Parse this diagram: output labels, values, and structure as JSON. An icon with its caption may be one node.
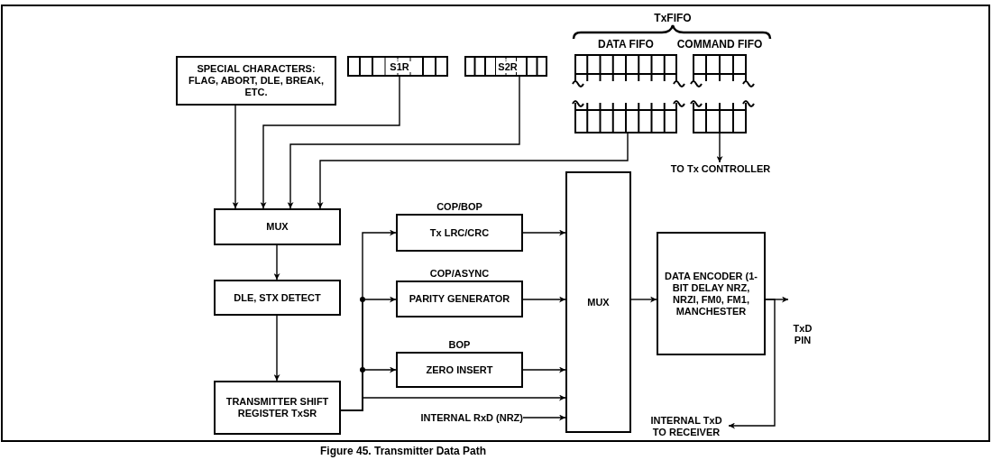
{
  "diagram": {
    "caption": "Figure 45. Transmitter Data Path",
    "nodes": [
      {
        "text": [
          "SPECIAL CHARACTERS: FLAG, ABORT, DLE, BREAK, ETC."
        ]
      },
      {
        "text": [
          "S1R"
        ]
      },
      {
        "text": [
          "S2R"
        ]
      },
      {
        "text": [
          "DATA FIFO"
        ]
      },
      {
        "text": [
          "COMMAND FIFO"
        ]
      },
      {
        "text": [
          "MUX"
        ]
      },
      {
        "text": [
          "DLE, STX DETECT"
        ]
      },
      {
        "text": [
          "TRANSMITTER SHIFT REGISTER TxSR"
        ]
      },
      {
        "text": [
          "COP/BOP",
          "Tx LRC/CRC"
        ]
      },
      {
        "text": [
          "COP/ASYNC",
          "PARITY GENERATOR"
        ]
      },
      {
        "text": [
          "BOP",
          "ZERO INSERT"
        ]
      },
      {
        "text": [
          "INTERNAL RxD (NRZ)"
        ]
      },
      {
        "text": [
          "MUX"
        ]
      },
      {
        "text": [
          "DATA ENCODER (1-BIT DELAY NRZ, NRZI, FM0, FM1, MANCHESTER"
        ]
      },
      {
        "text": [
          "TxD PIN"
        ]
      },
      {
        "text": [
          "INTERNAL TxD TO RECEIVER"
        ]
      },
      {
        "text": [
          "TO Tx CONTROLLER"
        ]
      }
    ],
    "edges": [
      {
        "from": 0,
        "to": 5,
        "arrow": "to"
      },
      {
        "from": 1,
        "to": 5,
        "arrow": "to"
      },
      {
        "from": 2,
        "to": 5,
        "arrow": "to"
      },
      {
        "from": 3,
        "to": 5,
        "arrow": "to"
      },
      {
        "from": 4,
        "to": 16,
        "arrow": "to"
      },
      {
        "from": 5,
        "to": 6,
        "arrow": "to"
      },
      {
        "from": 6,
        "to": 7,
        "arrow": "to"
      },
      {
        "from": 7,
        "to": 8,
        "arrow": "to"
      },
      {
        "from": 7,
        "to": 9,
        "arrow": "to"
      },
      {
        "from": 7,
        "to": 10,
        "arrow": "to"
      },
      {
        "from": 7,
        "to": 12,
        "arrow": "to"
      },
      {
        "from": 11,
        "to": 12,
        "arrow": "to"
      },
      {
        "from": 8,
        "to": 12,
        "arrow": "to"
      },
      {
        "from": 9,
        "to": 12,
        "arrow": "to"
      },
      {
        "from": 10,
        "to": 12,
        "arrow": "to"
      },
      {
        "from": 12,
        "to": 13,
        "arrow": "to"
      },
      {
        "from": 13,
        "to": 14,
        "arrow": "to"
      },
      {
        "from": 13,
        "to": 15,
        "arrow": "to"
      }
    ],
    "labels": [
      "TxFIFO"
    ]
  }
}
